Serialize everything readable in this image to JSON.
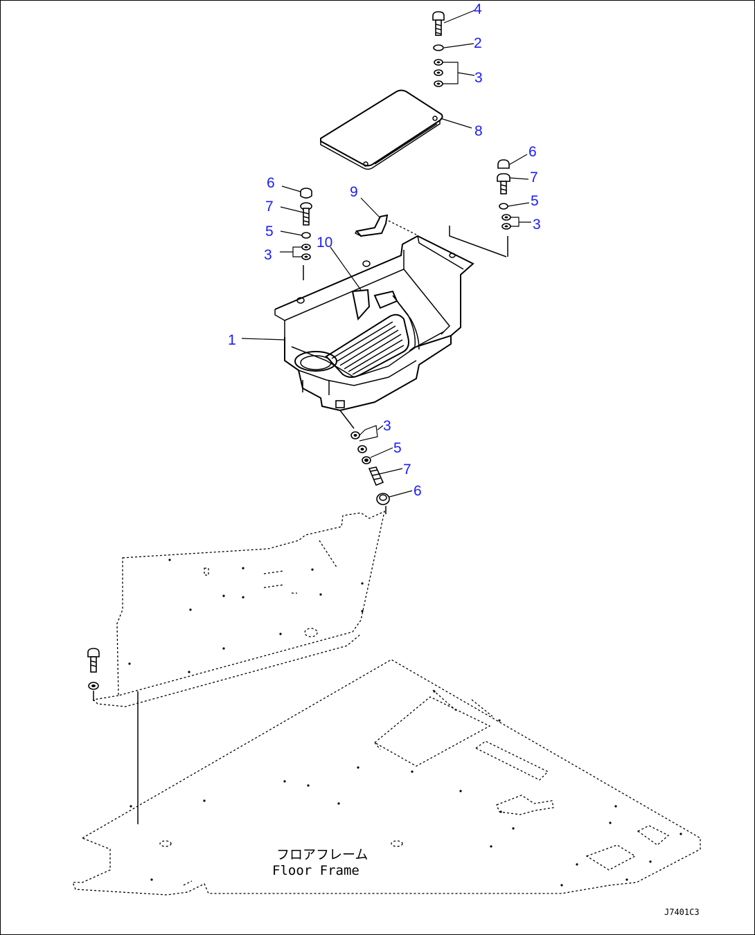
{
  "callouts": {
    "c4_top": "4",
    "c2_top": "2",
    "c3_top": "3",
    "c8": "8",
    "c6_right": "6",
    "c7_right": "7",
    "c5_right": "5",
    "c3_right": "3",
    "c9": "9",
    "c6_left": "6",
    "c7_left": "7",
    "c5_left": "5",
    "c10": "10",
    "c3_left": "3",
    "c1": "1",
    "c3_bottom": "3",
    "c5_bottom": "5",
    "c7_bottom": "7",
    "c6_bottom": "6"
  },
  "floor_frame": {
    "label_jp": "フロアフレーム",
    "label_en": "Floor Frame"
  },
  "drawing_number": "J7401C3"
}
